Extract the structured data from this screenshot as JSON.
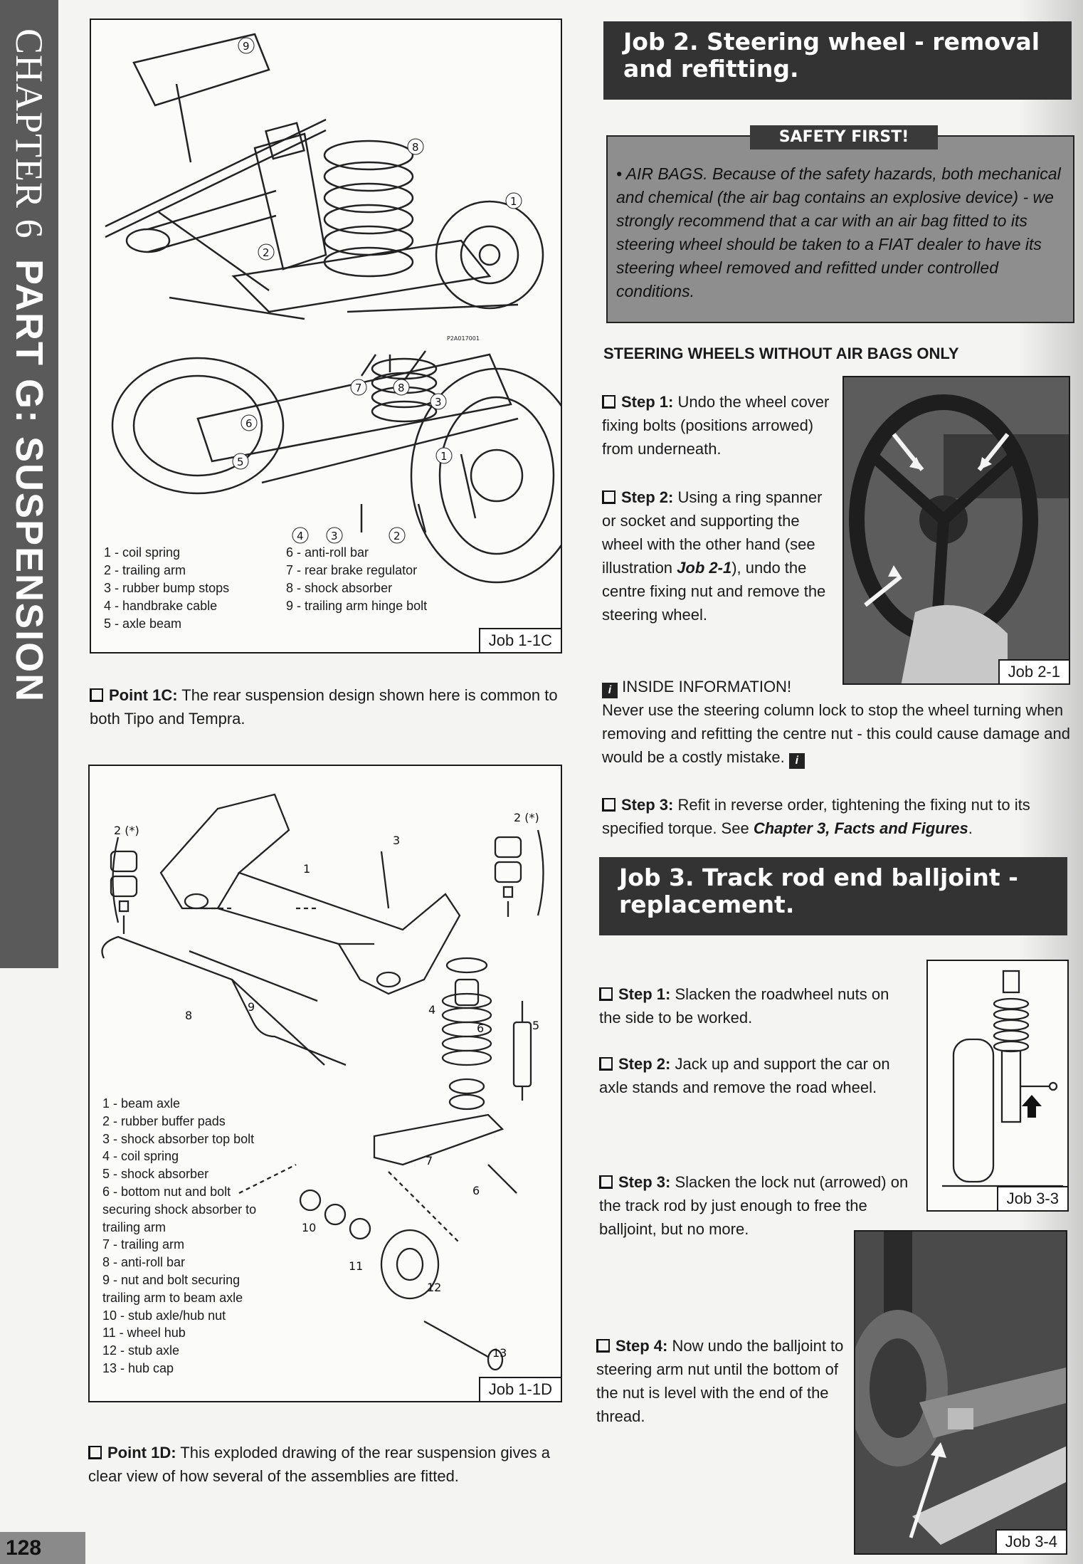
{
  "side_tab": {
    "chapter": "CHAPTER 6",
    "part": "PART G: SUSPENSION"
  },
  "page_number": "128",
  "fig_1c": {
    "tag": "Job 1-1C",
    "code": "P2A017001",
    "legend_left": [
      "1 - coil spring",
      "2 - trailing arm",
      "3 - rubber bump stops",
      "4 - handbrake cable",
      "5 - axle beam"
    ],
    "legend_right": [
      "6 - anti-roll bar",
      "7 - rear brake regulator",
      "8 - shock absorber",
      "9 - trailing arm hinge bolt"
    ],
    "callouts_top": [
      "9",
      "8",
      "1",
      "2"
    ],
    "callouts_bottom": [
      "7",
      "8",
      "3",
      "6",
      "5",
      "1",
      "4",
      "3",
      "2"
    ]
  },
  "point_1c": {
    "label": "Point 1C:",
    "text": " The rear suspension design shown here is common to both Tipo and Tempra."
  },
  "fig_1d": {
    "tag": "Job 1-1D",
    "legend": [
      "1 - beam axle",
      "2 - rubber buffer pads",
      "3 - shock absorber top bolt",
      "4 - coil spring",
      "5 - shock absorber",
      "6 - bottom nut and bolt",
      "securing shock absorber to",
      "trailing arm",
      "7 - trailing arm",
      "8 - anti-roll bar",
      "9 - nut and bolt securing",
      "trailing arm to beam axle",
      "10 - stub axle/hub nut",
      "11 - wheel hub",
      "12 - stub axle",
      "13 - hub cap"
    ],
    "callouts": [
      "2 (*)",
      "2 (*)",
      "3",
      "1",
      "8",
      "9",
      "4",
      "6",
      "5",
      "7",
      "6",
      "10",
      "11",
      "12",
      "13"
    ]
  },
  "point_1d": {
    "label": "Point 1D:",
    "text": " This exploded drawing of the rear suspension gives a clear view of how several of the assemblies are fitted."
  },
  "job2": {
    "title": "Job 2. Steering wheel - removal and refitting.",
    "safety_title": "SAFETY FIRST!",
    "safety_text": "• AIR BAGS. Because of the safety hazards, both mechanical and chemical (the air bag contains an explosive device) - we strongly recommend that a car with an air bag fitted to its steering wheel should be taken to a FIAT dealer to have its steering wheel removed and refitted under controlled conditions.",
    "subhead": "STEERING WHEELS WITHOUT AIR BAGS ONLY",
    "step1_label": "Step 1:",
    "step1_text": " Undo the wheel cover fixing bolts (positions arrowed) from underneath.",
    "step2_label": "Step 2:",
    "step2_text_a": " Using a ring spanner or socket and supporting the wheel with the other hand (see illustration ",
    "step2_ref": "Job 2-1",
    "step2_text_b": "), undo the centre fixing nut and remove the steering wheel.",
    "photo_tag": "Job 2-1",
    "info_title": "INSIDE INFORMATION!",
    "info_text": "Never use the steering column lock to stop the wheel turning when removing and refitting the centre nut - this could cause damage and would be a costly mistake.",
    "step3_label": "Step 3:",
    "step3_text": " Refit in reverse order, tightening the fixing nut to its specified torque. See ",
    "step3_ref": "Chapter 3, Facts and Figures",
    "step3_end": "."
  },
  "job3": {
    "title": "Job 3. Track rod end balljoint - replacement.",
    "step1_label": "Step 1:",
    "step1_text": " Slacken the roadwheel nuts on the side to be worked.",
    "step2_label": "Step 2:",
    "step2_text": " Jack up and support the car on axle stands and remove the road wheel.",
    "step3_label": "Step 3:",
    "step3_text": " Slacken the lock nut (arrowed) on the track rod by just enough to free the balljoint, but no more.",
    "step4_label": "Step 4:",
    "step4_text": " Now undo the balljoint to steering arm nut until the bottom of the nut is level with the end of the thread.",
    "fig33_tag": "Job 3-3",
    "fig34_tag": "Job 3-4"
  }
}
